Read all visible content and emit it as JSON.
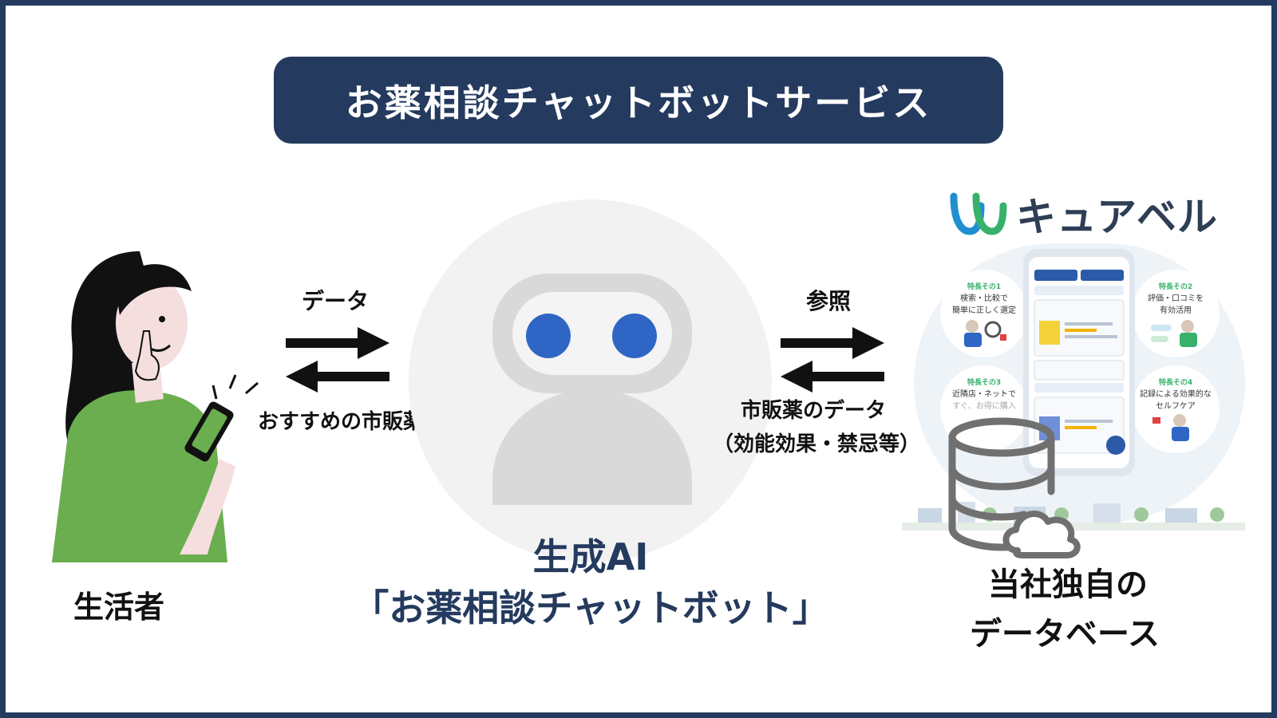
{
  "title": "お薬相談チャットボットサービス",
  "user": {
    "label": "生活者"
  },
  "left_flow": {
    "top_label": "データ",
    "bottom_label": "おすすめの市販薬"
  },
  "ai": {
    "line1": "生成AI",
    "line2": "「お薬相談チャットボット」"
  },
  "right_flow": {
    "top_label": "参照",
    "bottom_line1": "市販薬のデータ",
    "bottom_line2": "（効能効果・禁忌等）"
  },
  "brand": {
    "name": "キュアベル"
  },
  "database": {
    "line1": "当社独自の",
    "line2": "データベース"
  },
  "app_screen": {
    "feature1_title": "特長その1",
    "feature1_text1": "検索・比較で",
    "feature1_text2": "簡単に正しく選定",
    "feature2_title": "特長その2",
    "feature2_text1": "評価・口コミを",
    "feature2_text2": "有効活用",
    "feature3_title": "特長その3",
    "feature3_text1": "近隣店・ネットで",
    "feature3_text2": "すぐ、お得に購入",
    "feature4_title": "特長その4",
    "feature4_text1": "記録による効果的な",
    "feature4_text2": "セルフケア"
  },
  "colors": {
    "navy": "#243a5e",
    "robot_eye": "#2f66c5",
    "green_shirt": "#6aae4f",
    "light_circle": "#f2f2f2"
  }
}
